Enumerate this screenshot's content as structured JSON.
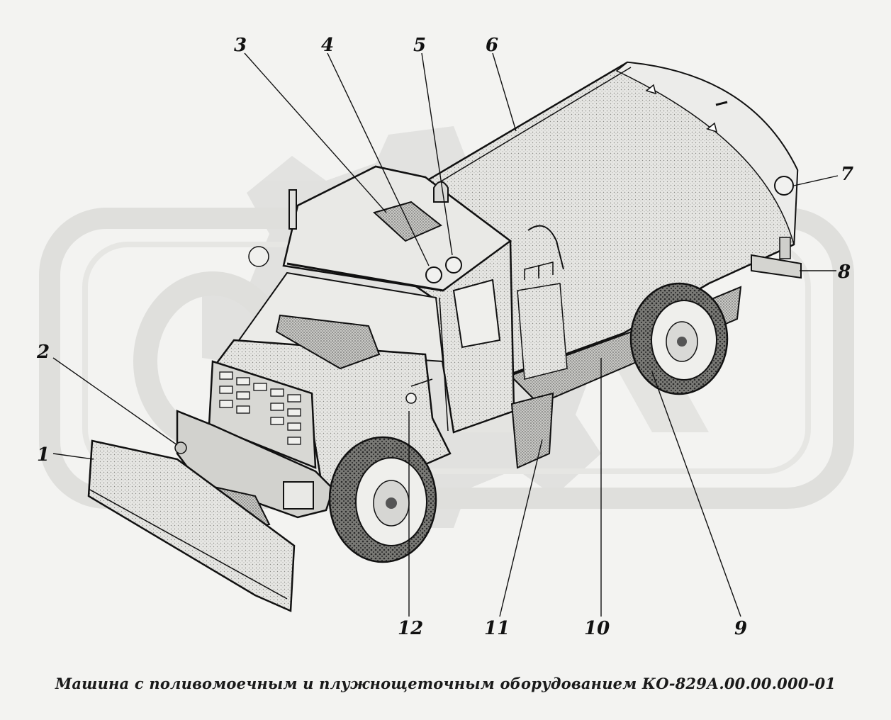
{
  "colors": {
    "background": "#f3f3f1",
    "ink": "#111111",
    "watermark": "#d4d4d2",
    "body_fill": "#e2e2df",
    "shade_fill": "#bdbdb9"
  },
  "callouts": [
    "1",
    "2",
    "3",
    "4",
    "5",
    "6",
    "7",
    "8",
    "9",
    "10",
    "11",
    "12"
  ],
  "caption": "Машина с поливомоечным и плужнощеточным оборудованием КО-829А.00.00.000-01"
}
